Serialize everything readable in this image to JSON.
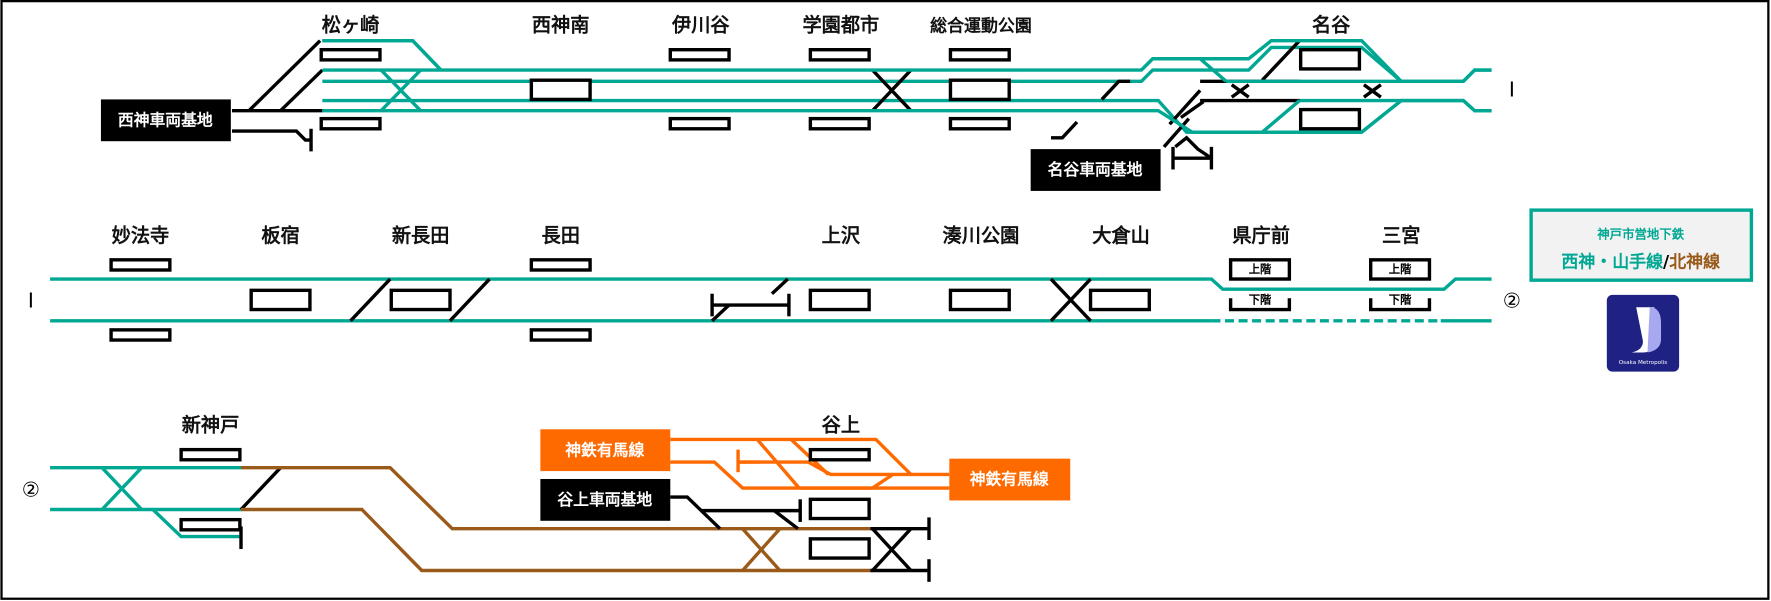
{
  "diagram": {
    "title_line1": "神戸市営地下鉄",
    "title_line2_a": "西神・山手線",
    "title_line2_sep": "/",
    "title_line2_b": "北神線",
    "colors": {
      "seishin_yamate": "#00a893",
      "hokushin": "#9a5a1a",
      "shintetsu": "#ff6a00",
      "depot": "#000000",
      "logo_bg": "#1f2183"
    },
    "logo_text": "Osaka Metropolis",
    "connectors": {
      "one": "Ⅰ",
      "two": "②"
    },
    "row1": {
      "stations": [
        "松ヶ崎",
        "西神南",
        "伊川谷",
        "学園都市",
        "総合運動公園",
        "名谷"
      ],
      "depots": [
        "西神車両基地",
        "名谷車両基地"
      ]
    },
    "row2": {
      "stations": [
        "妙法寺",
        "板宿",
        "新長田",
        "長田",
        "上沢",
        "湊川公園",
        "大倉山",
        "県庁前",
        "三宮"
      ],
      "levels": {
        "upper": "上階",
        "lower": "下階"
      }
    },
    "row3": {
      "stations": [
        "新神戸",
        "谷上"
      ],
      "depots": [
        "谷上車両基地"
      ],
      "connections": [
        "神鉄有馬線",
        "神鉄有馬線"
      ]
    }
  }
}
